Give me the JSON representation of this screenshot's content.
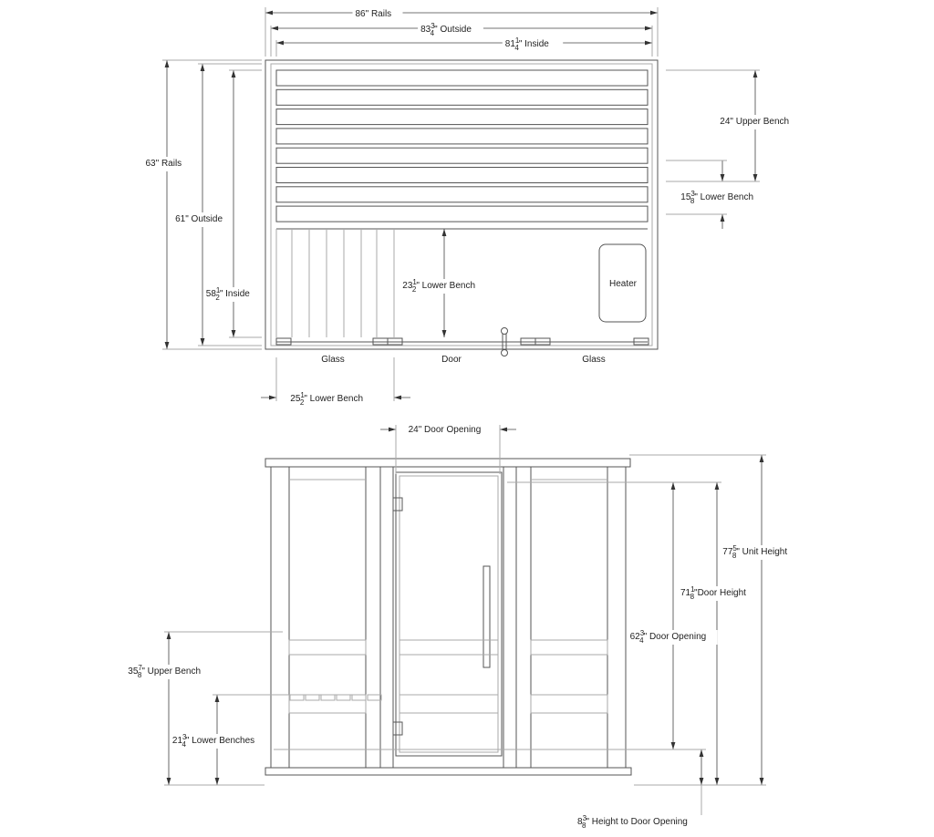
{
  "top_view": {
    "dims": {
      "rails_width": {
        "whole": "86",
        "num": "",
        "den": "",
        "suffix": "\" Rails"
      },
      "outside_width": {
        "whole": "83",
        "num": "3",
        "den": "4",
        "suffix": "\" Outside"
      },
      "inside_width": {
        "whole": "81",
        "num": "1",
        "den": "4",
        "suffix": "\" Inside"
      },
      "rails_depth": {
        "whole": "63",
        "num": "",
        "den": "",
        "suffix": "\" Rails"
      },
      "outside_depth": {
        "whole": "61",
        "num": "",
        "den": "",
        "suffix": "\" Outside"
      },
      "inside_depth": {
        "whole": "58",
        "num": "1",
        "den": "2",
        "suffix": "\" Inside"
      },
      "upper_bench": {
        "whole": "24",
        "num": "",
        "den": "",
        "suffix": "\" Upper Bench"
      },
      "lower_bench_right": {
        "whole": "15",
        "num": "3",
        "den": "8",
        "suffix": "\" Lower Bench"
      },
      "lower_bench_mid": {
        "whole": "23",
        "num": "1",
        "den": "2",
        "suffix": "\" Lower Bench"
      },
      "lower_bench_bottom": {
        "whole": "25",
        "num": "1",
        "den": "2",
        "suffix": "\" Lower Bench"
      }
    },
    "labels": {
      "heater": "Heater",
      "glass_left": "Glass",
      "door": "Door",
      "glass_right": "Glass"
    }
  },
  "front_view": {
    "dims": {
      "door_opening_width": {
        "whole": "24",
        "num": "",
        "den": "",
        "suffix": "\" Door Opening"
      },
      "unit_height": {
        "whole": "77",
        "num": "5",
        "den": "8",
        "suffix": "\" Unit Height"
      },
      "door_height": {
        "whole": "71",
        "num": "1",
        "den": "8",
        "suffix": "\"Door Height"
      },
      "door_opening_height": {
        "whole": "62",
        "num": "3",
        "den": "4",
        "suffix": "\" Door Opening"
      },
      "upper_bench": {
        "whole": "35",
        "num": "7",
        "den": "8",
        "suffix": "\" Upper Bench"
      },
      "lower_benches": {
        "whole": "21",
        "num": "3",
        "den": "4",
        "suffix": "\" Lower Benches"
      },
      "height_to_door": {
        "whole": "8",
        "num": "3",
        "den": "8",
        "suffix": "\" Height to Door Opening"
      }
    }
  }
}
